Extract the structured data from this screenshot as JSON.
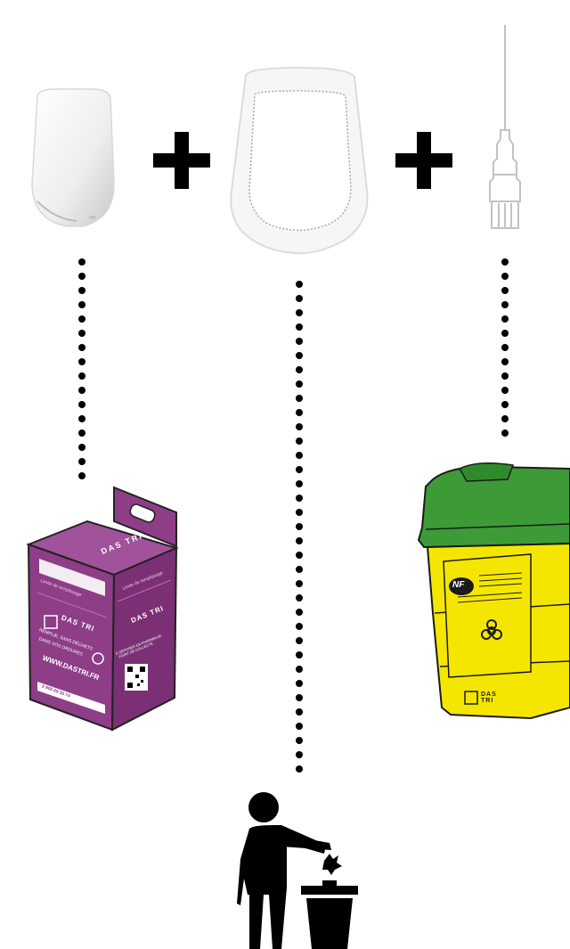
{
  "icons": {
    "pod": "insulin-pod-icon",
    "adhesive": "adhesive-patch-icon",
    "needle": "needle-icon",
    "purple_box": "dasri-cardboard-box-icon",
    "yellow_bin": "sharps-container-icon",
    "trash": "person-throwing-trash-icon",
    "plus": "plus-icon",
    "biohazard": "biohazard-icon",
    "qr": "qr-code-icon"
  },
  "colors": {
    "purple": "#8E3D87",
    "green": "#3C9B37",
    "yellow": "#F5E600",
    "black": "#000000"
  },
  "purple_box": {
    "brand_top": "DAS TRI",
    "brand_front": "DAS TRI",
    "brand_side": "DAS TRI",
    "fill_limit_front": "Limite de remplissage",
    "fill_limit_side": "Limite de remplissage",
    "front_text_1": "REMPLIE, SANS DÉCHETS",
    "front_text_2": "DANS VOS ORDURES",
    "website": "WWW.DASTRI.FR",
    "phone": "0 805 69 35 74",
    "side_text_1": "À DÉPOSER EN PHARMACIE",
    "side_text_2": "POINT DE COLLECTE"
  },
  "yellow_bin": {
    "nf_label": "NF",
    "brand": "DAS TRI"
  }
}
